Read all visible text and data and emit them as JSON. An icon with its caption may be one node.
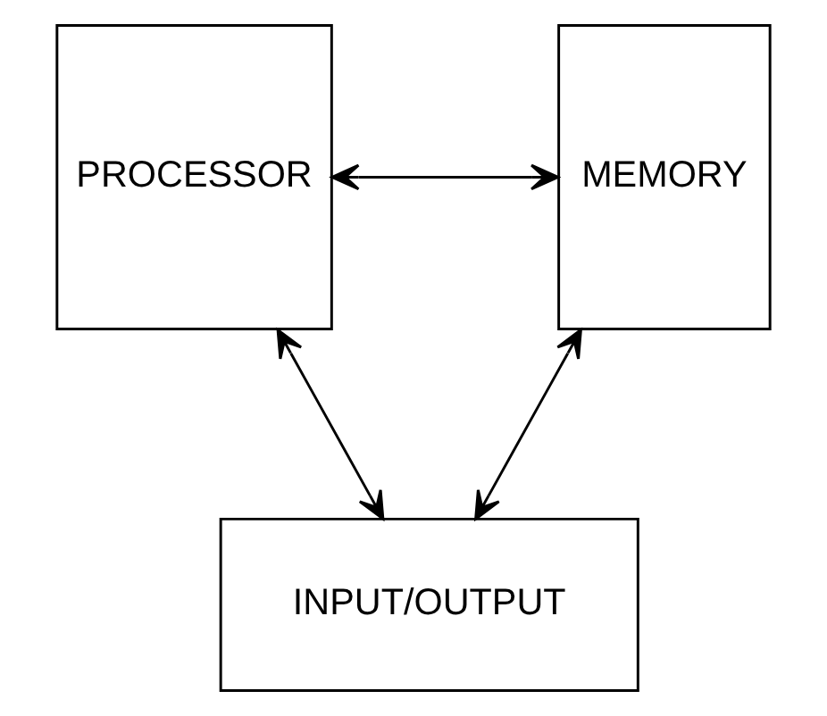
{
  "diagram": {
    "nodes": [
      {
        "text": [
          "PROCESSOR"
        ]
      },
      {
        "text": [
          "MEMORY"
        ]
      },
      {
        "text": [
          "INPUT/OUTPUT"
        ]
      }
    ],
    "edges": [
      {
        "from": 0,
        "to": 1,
        "arrow": "both"
      },
      {
        "from": 0,
        "to": 2,
        "arrow": "both"
      },
      {
        "from": 1,
        "to": 2,
        "arrow": "both"
      }
    ]
  }
}
